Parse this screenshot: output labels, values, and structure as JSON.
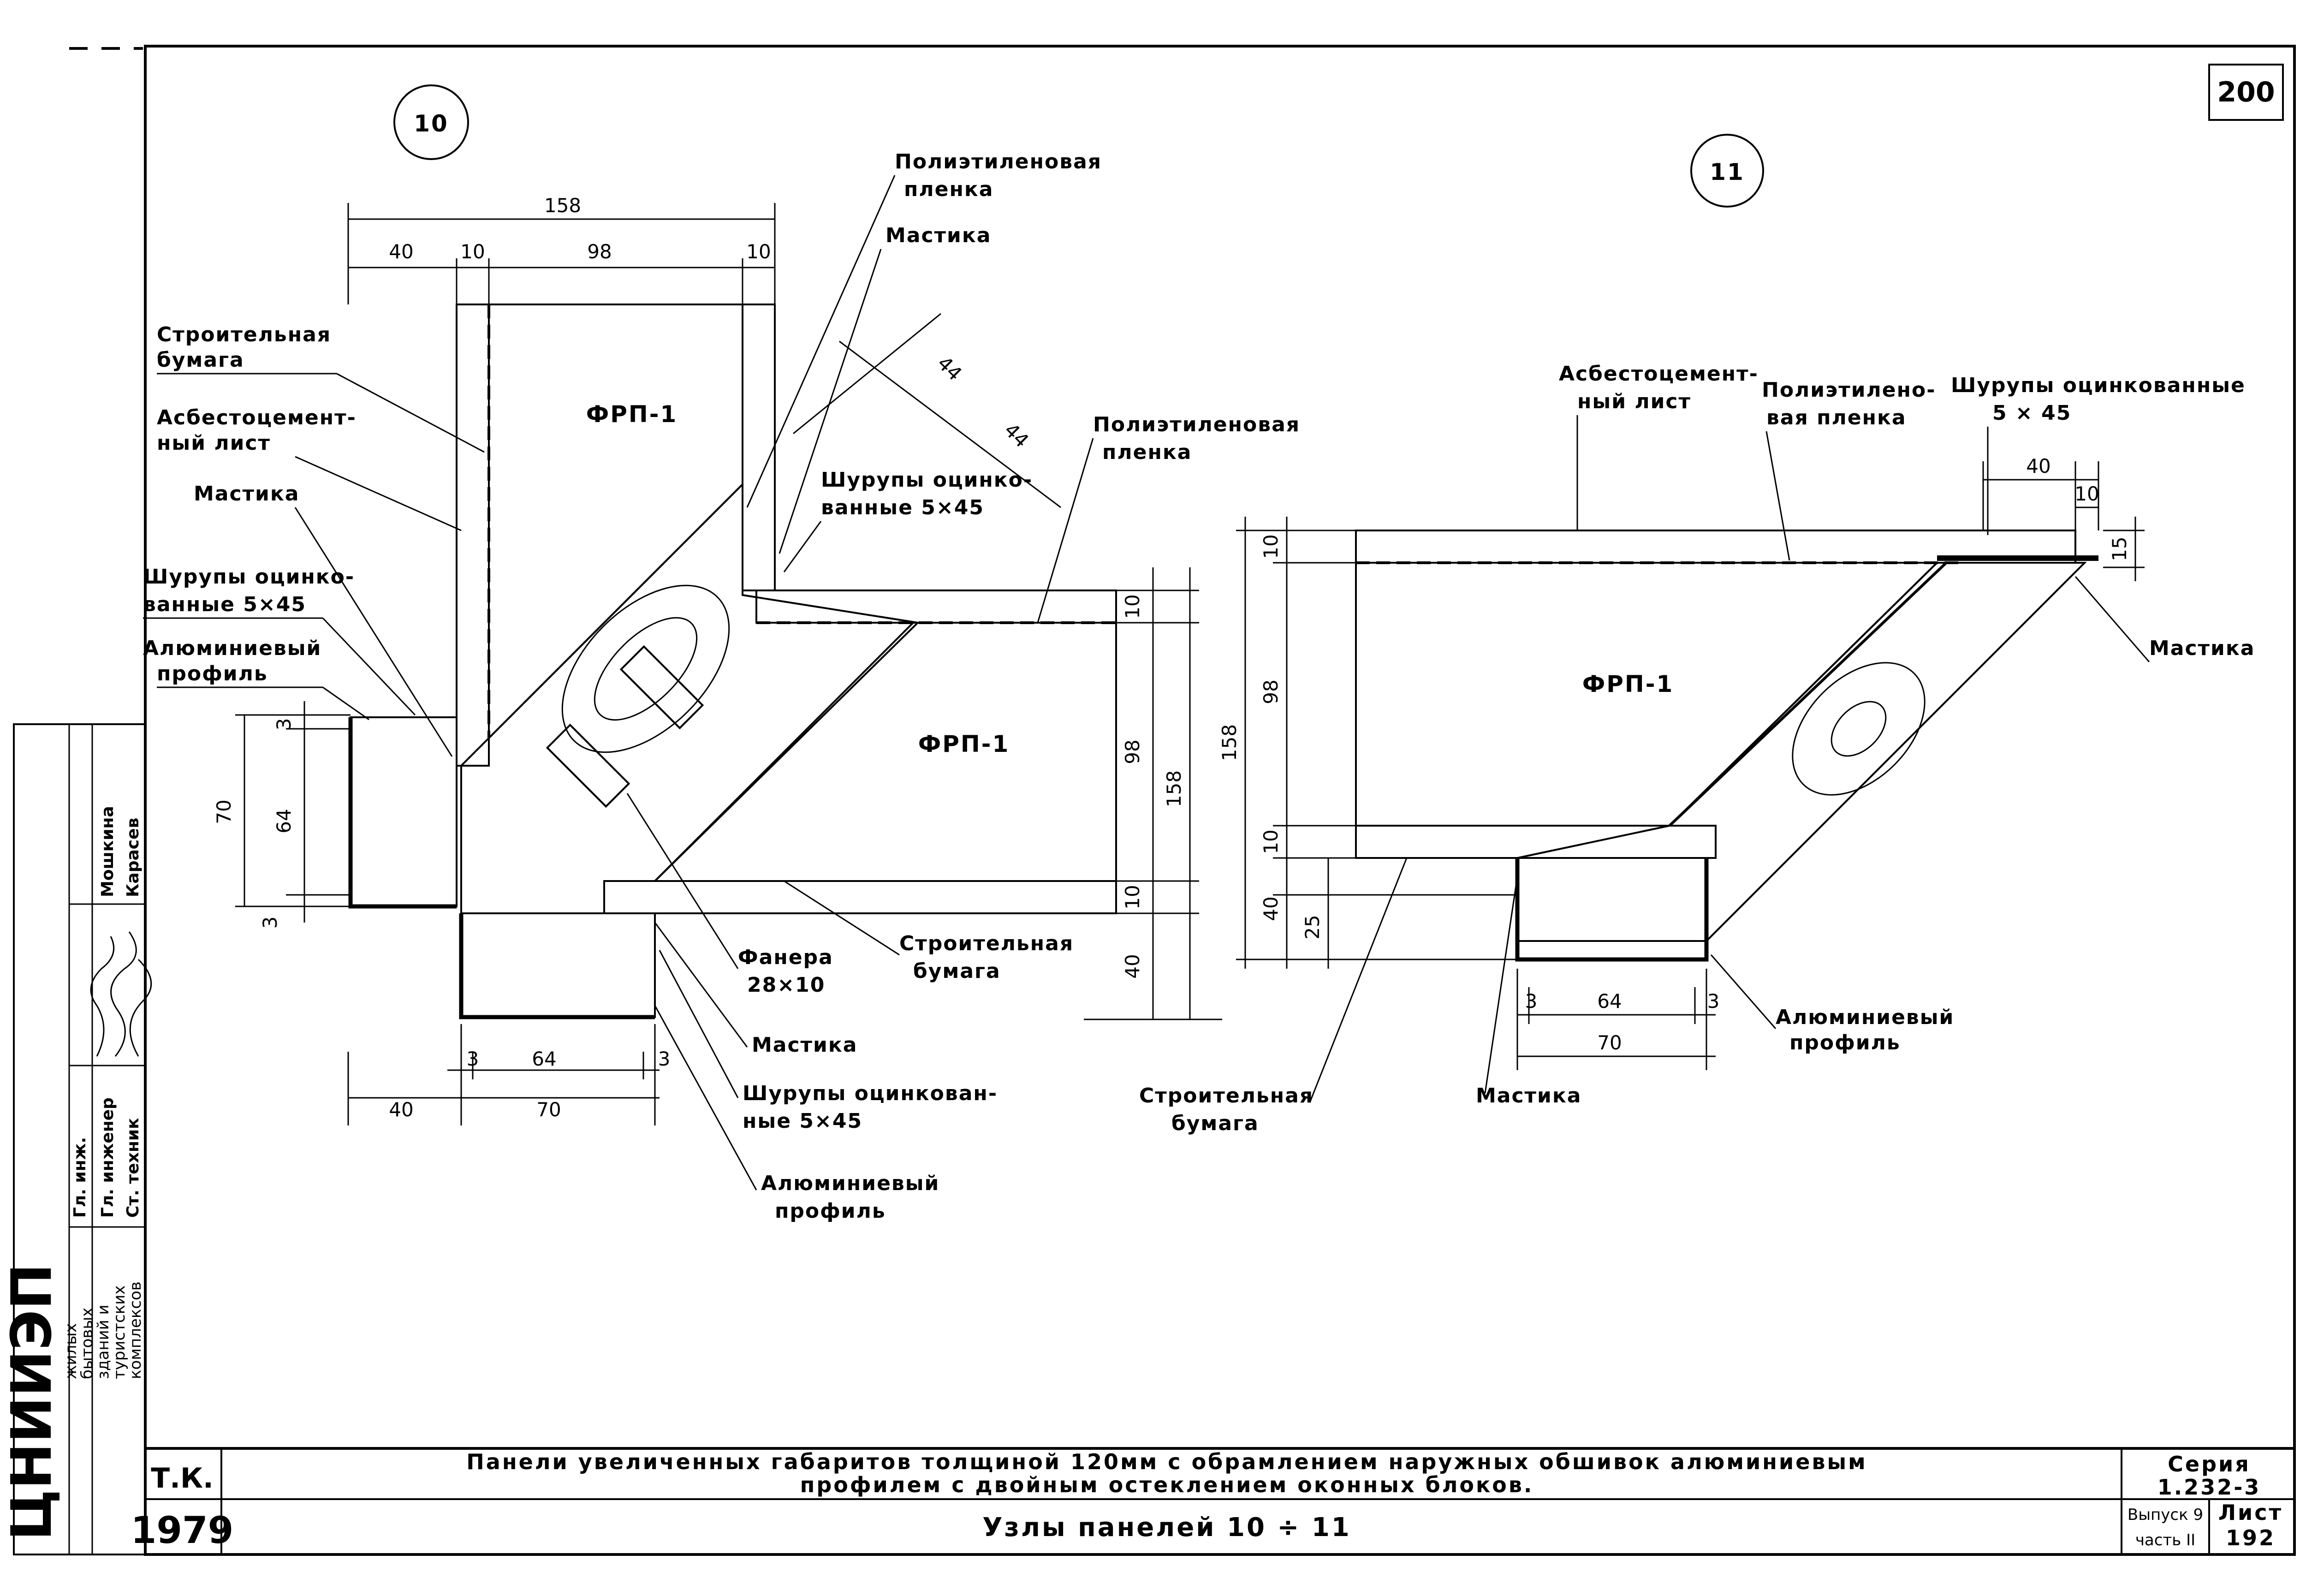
{
  "sheet_number": "200",
  "node10": {
    "id": "10",
    "dims_top": {
      "total": "158",
      "a": "40",
      "b": "10",
      "c": "98",
      "d": "10"
    },
    "dims_diag": {
      "a": "44",
      "b": "44"
    },
    "dims_right": {
      "a": "10",
      "b": "98",
      "c": "10",
      "d": "40",
      "total": "158"
    },
    "dims_left": {
      "a": "3",
      "b": "64",
      "c": "3",
      "total": "70"
    },
    "dims_bottom": {
      "a": "3",
      "b": "64",
      "c": "3",
      "d": "40",
      "e": "70"
    },
    "panel_label": "ФРП-1",
    "panel_label_2": "ФРП-1",
    "labels": {
      "paper1": "Строительная",
      "paper2": "бумага",
      "asb1": "Асбестоцемент-",
      "asb2": "ный лист",
      "mastic_left": "Мастика",
      "screws_left1": "Шурупы оцинко-",
      "screws_left2": "ванные 5×45",
      "alu_left1": "Алюминиевый",
      "alu_left2": "профиль",
      "poly_top1": "Полиэтиленовая",
      "poly_top2": "пленка",
      "mastic_top": "Мастика",
      "screws_mid1": "Шурупы оцинко-",
      "screws_mid2": "ванные 5×45",
      "poly_right1": "Полиэтиленовая",
      "poly_right2": "пленка",
      "plywood1": "Фанера",
      "plywood2": "28×10",
      "paper_b1": "Строительная",
      "paper_b2": "бумага",
      "mastic_b": "Мастика",
      "screws_b1": "Шурупы оцинкован-",
      "screws_b2": "ные 5×45",
      "alu_b1": "Алюминиевый",
      "alu_b2": "профиль"
    }
  },
  "node11": {
    "id": "11",
    "panel_label": "ФРП-1",
    "dims_left": {
      "a": "10",
      "b": "98",
      "c": "10",
      "d": "40",
      "e": "25",
      "total": "158"
    },
    "dims_top": {
      "a": "40",
      "b": "10",
      "c": "15"
    },
    "dims_bottom": {
      "a": "3",
      "b": "64",
      "c": "3",
      "total": "70"
    },
    "labels": {
      "asb1": "Асбестоцемент-",
      "asb2": "ный лист",
      "poly1": "Полиэтилено-",
      "poly2": "вая пленка",
      "screws1": "Шурупы оцинкованные",
      "screws2": "5 × 45",
      "mastic_r": "Мастика",
      "alu1": "Алюминиевый",
      "alu2": "профиль",
      "paper1": "Строительная",
      "paper2": "бумага",
      "mastic_b": "Мастика"
    }
  },
  "stamp": {
    "org": "ЦНИИЭП",
    "org_sub": [
      "жилых",
      "бытовых",
      "зданий и",
      "туристских",
      "комплексов"
    ],
    "roles": [
      "Гл. инж.",
      "Гл. инженер",
      "Ст. техник"
    ],
    "names": [
      "Мошкина",
      "Карасев"
    ]
  },
  "title_block": {
    "tk": "Т.К.",
    "year": "1979",
    "title_line1": "Панели увеличенных габаритов толщиной 120мм с обрамлением наружных обшивок алюминиевым",
    "title_line2": "профилем с двойным остеклением оконных блоков.",
    "subtitle": "Узлы панелей 10 ÷ 11",
    "series_label": "Серия",
    "series": "1.232-3",
    "issue": "Выпуск 9",
    "part": "часть II",
    "sheet_label": "Лист",
    "sheet": "192"
  }
}
